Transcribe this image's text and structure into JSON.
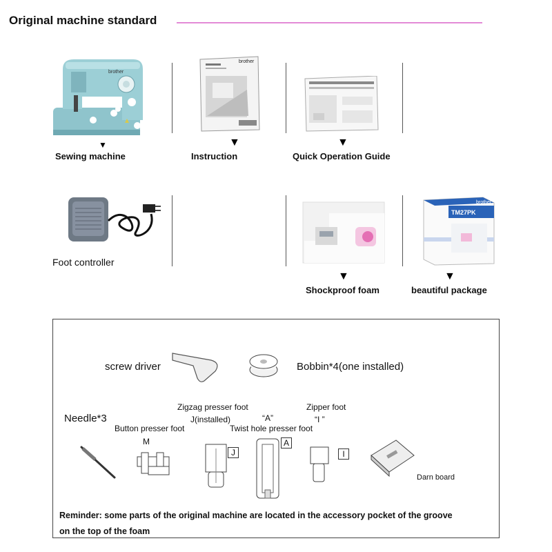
{
  "header": {
    "title": "Original machine standard"
  },
  "items": {
    "sewing_machine": "Sewing machine",
    "instruction": "Instruction",
    "quick_guide": "Quick Operation Guide",
    "foot_controller": "Foot controller",
    "shockproof_foam": "Shockproof foam",
    "beautiful_package": "beautiful package"
  },
  "product_text": {
    "brand": "brother",
    "model": "TM27PK"
  },
  "accessories": {
    "screw_driver": "screw driver",
    "bobbin": "Bobbin*4(one installed)",
    "needle": "Needle*3",
    "button_foot": "Button presser foot",
    "button_foot_mark": "M",
    "zigzag_foot": "Zigzag presser foot",
    "zigzag_foot_mark": "J(installed)",
    "twist_hole_foot": "Twist hole presser foot",
    "twist_hole_mark": "“A”",
    "zipper_foot": "Zipper foot",
    "zipper_foot_mark": "“I ”",
    "darn_board": "Darn board",
    "label_j": "J",
    "label_a": "A",
    "label_i": "I"
  },
  "reminder": {
    "line1": "Reminder: some parts of the original machine are located in the accessory pocket of the groove",
    "line2": "on the top of the foam"
  },
  "colors": {
    "accent_line": "#e38ad6",
    "machine_body": "#8fc4cc",
    "box_blue": "#2a63b8"
  }
}
